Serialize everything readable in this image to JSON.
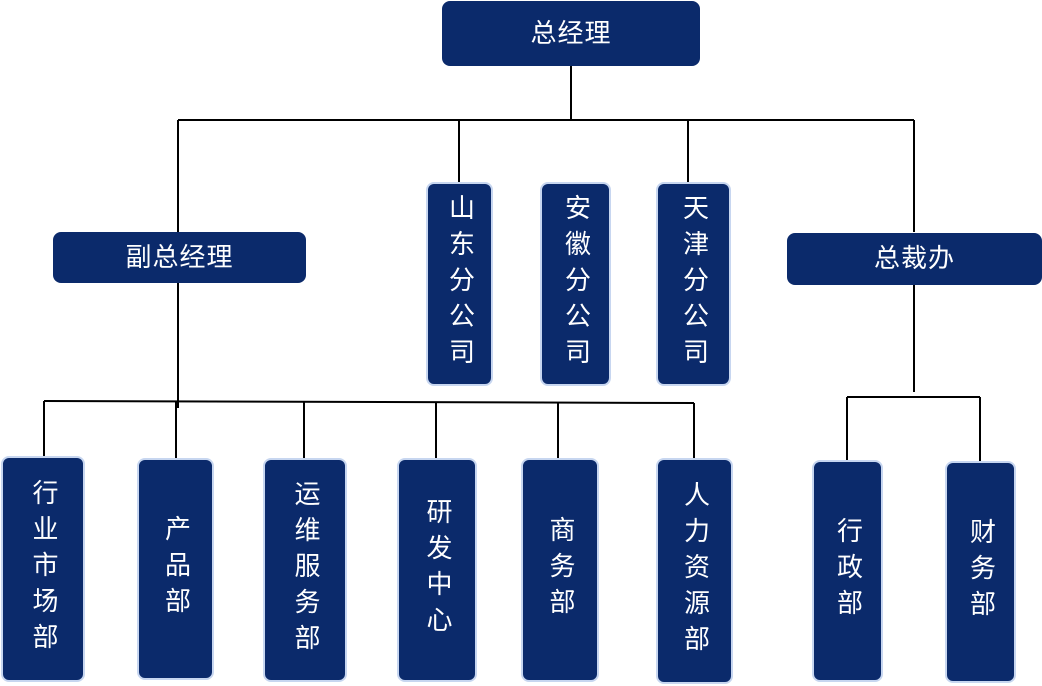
{
  "org_chart": {
    "root": "总经理",
    "deputy": "副总经理",
    "branches": [
      "山东分公司",
      "安徽分公司",
      "天津分公司"
    ],
    "office": "总裁办",
    "deputy_departments": [
      "行业市场部",
      "产品部",
      "运维服务部",
      "研发中心",
      "商务部",
      "人力资源部"
    ],
    "office_departments": [
      "行政部",
      "财务部"
    ]
  }
}
